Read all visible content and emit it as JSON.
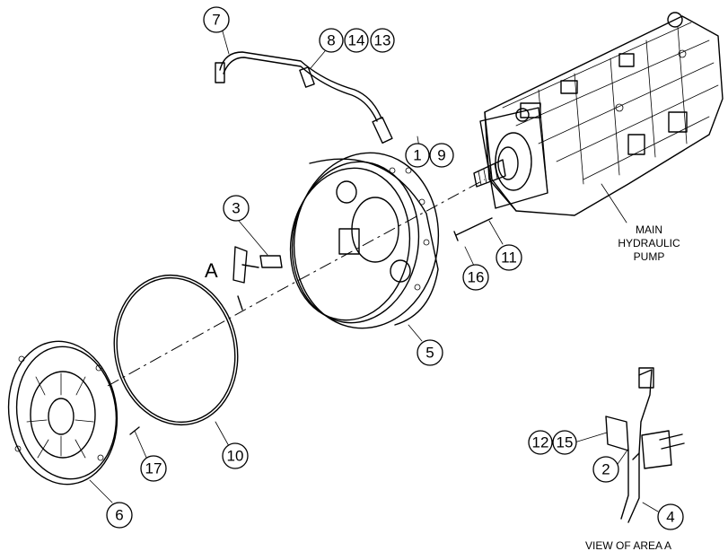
{
  "callouts": {
    "c1": "1",
    "c2": "2",
    "c3": "3",
    "c4": "4",
    "c5": "5",
    "c6": "6",
    "c7": "7",
    "c8": "8",
    "c9": "9",
    "c10": "10",
    "c11": "11",
    "c12": "12",
    "c13": "13",
    "c14": "14",
    "c15": "15",
    "c16": "16",
    "c17": "17"
  },
  "labels": {
    "area_marker": "A",
    "pump_line1": "MAIN",
    "pump_line2": "HYDRAULIC",
    "pump_line3": "PUMP",
    "view_caption": "VIEW OF AREA A"
  }
}
